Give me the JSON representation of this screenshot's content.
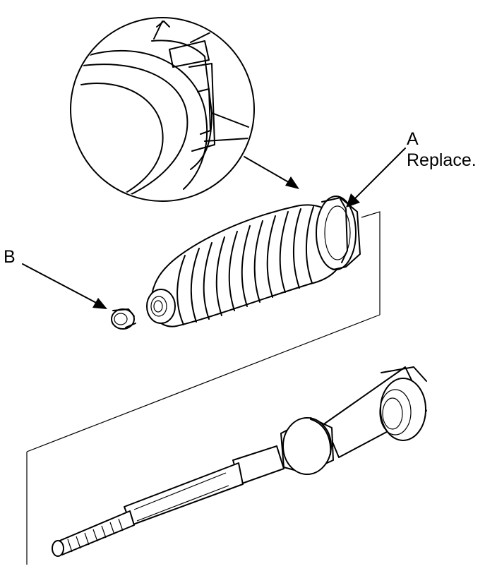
{
  "labels": {
    "a_letter": "A",
    "a_text": "Replace.",
    "b_letter": "B"
  }
}
